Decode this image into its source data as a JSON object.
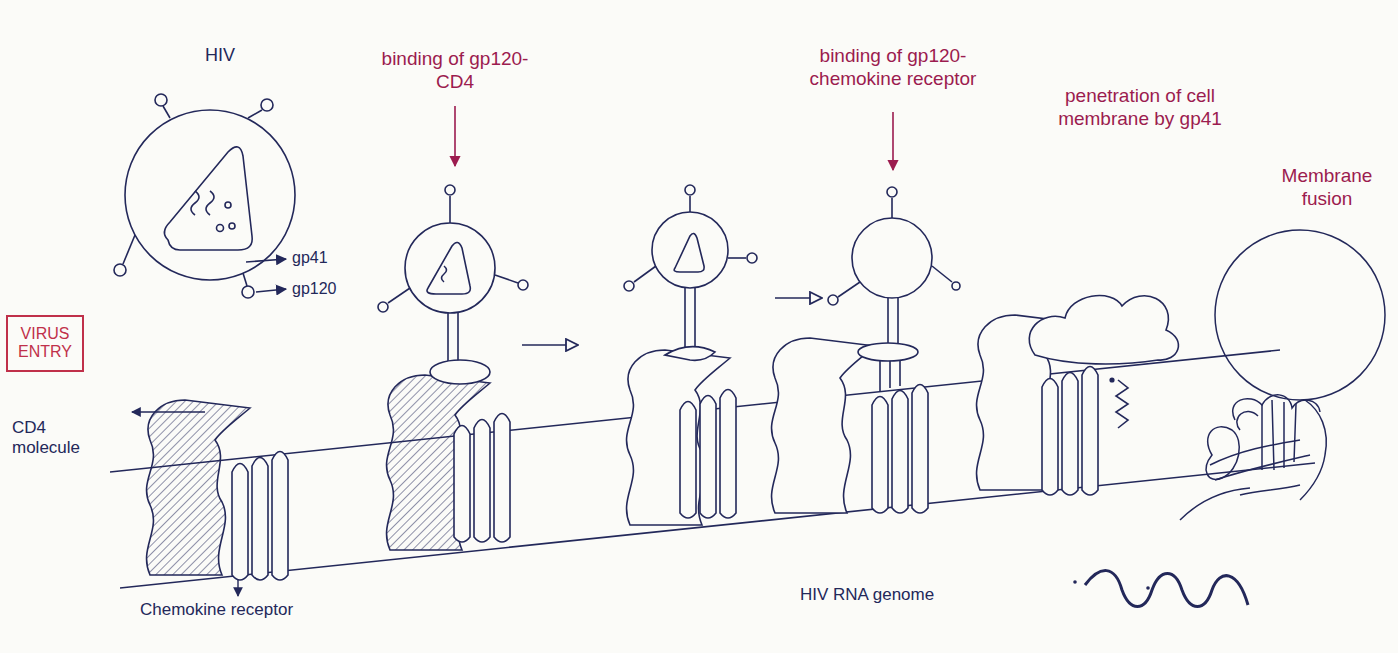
{
  "diagram": {
    "nodes": [
      {
        "text": [
          "VIRUS ENTRY"
        ]
      }
    ],
    "labels": [
      "HIV",
      "binding of gp120-CD4",
      "binding of gp120-chemokine receptor",
      "penetration of cell membrane by gp41",
      "Membrane fusion",
      "gp41",
      "gp120",
      "CD4 molecule",
      "Chemokine receptor",
      "HIV RNA genome"
    ]
  }
}
